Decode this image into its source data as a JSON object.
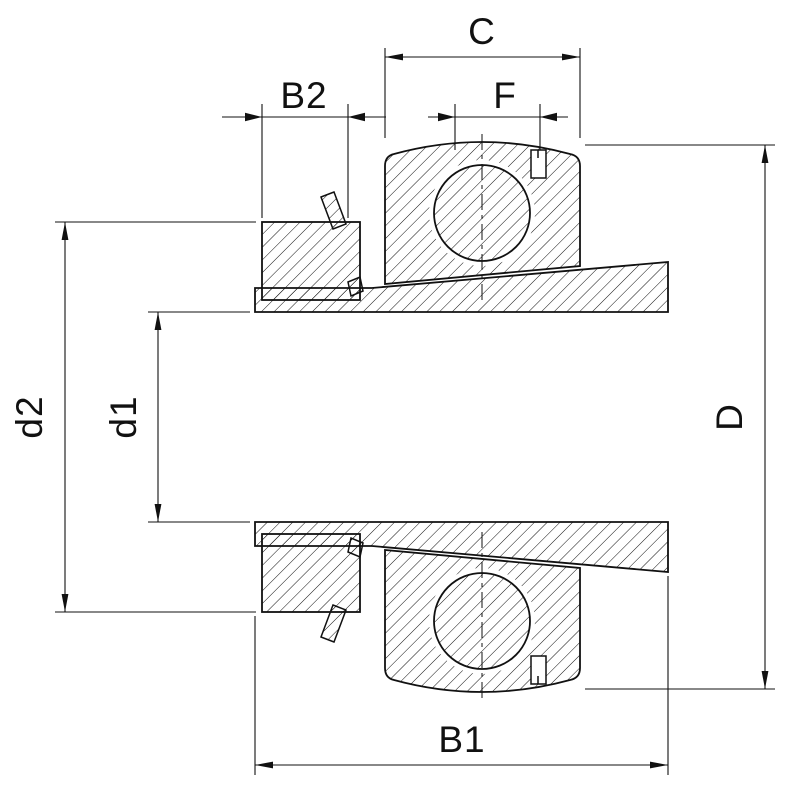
{
  "drawing": {
    "type": "bearing-cross-section",
    "subject": "ball bearing insert on tapered adapter sleeve with lock nut, sectioned technical drawing",
    "colors": {
      "line": "#111111",
      "background": "#ffffff"
    },
    "labels": {
      "c": "C",
      "b2": "B2",
      "f": "F",
      "d2": "d2",
      "d1": "d1",
      "d_outer": "D",
      "b1": "B1"
    }
  }
}
